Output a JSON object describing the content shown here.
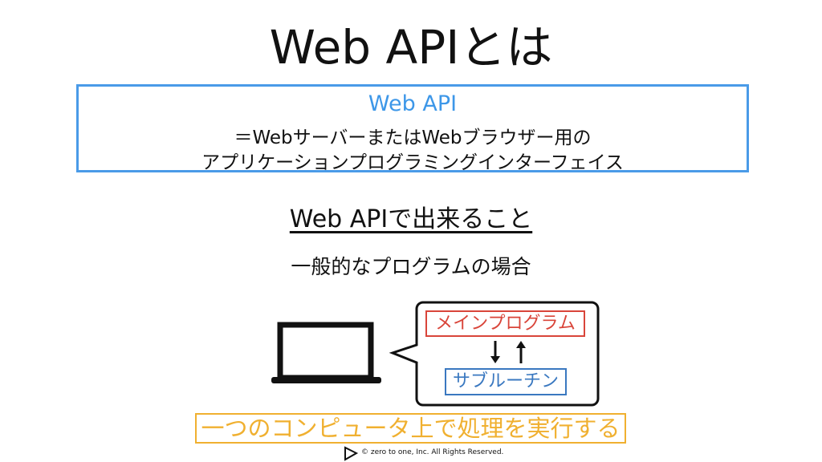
{
  "title": "Web APIとは",
  "definition": {
    "term": "Web API",
    "line1": "＝WebサーバーまたはWebブラウザー用の",
    "line2": "アプリケーションプログラミングインターフェイス"
  },
  "section_heading": "Web APIで出来ること",
  "subtitle": "一般的なプログラムの場合",
  "diagram": {
    "main_program": "メインプログラム",
    "subroutine": "サブルーチン",
    "arrow_down": "↓",
    "arrow_up": "↑"
  },
  "caption": "一つのコンピュータ上で処理を実行する",
  "footer": "©  zero to one, Inc. All Rights Reserved.",
  "colors": {
    "blue": "#4a9be8",
    "red": "#d9453a",
    "sub_blue": "#3a78c0",
    "orange": "#f0b030"
  }
}
